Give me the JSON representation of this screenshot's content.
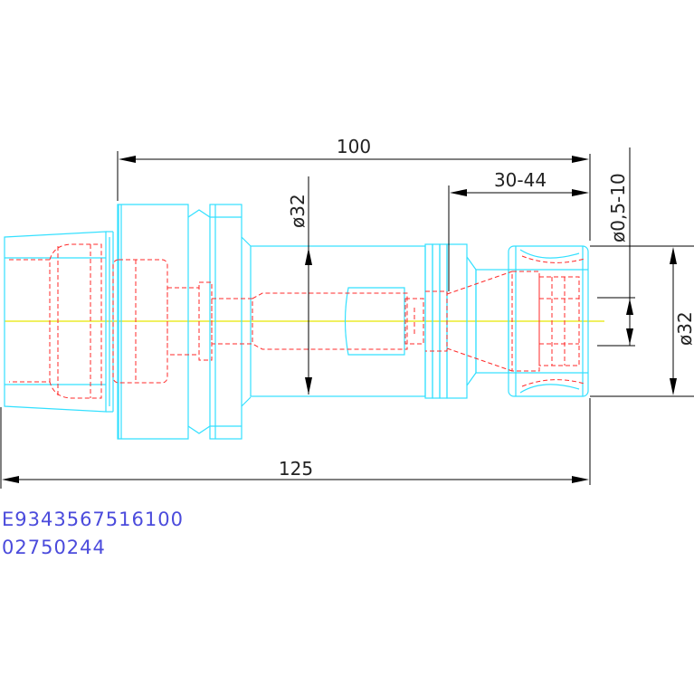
{
  "dimensions": {
    "overall_length": "100",
    "total_length": "125",
    "clamp_range": "30-44",
    "bore_range": "ø0,5-10",
    "body_diameter": "ø32",
    "nose_diameter": "ø32"
  },
  "codes": {
    "article_number": "E9343567516100",
    "order_number": "02750244"
  },
  "colors": {
    "outline": "#33e0ff",
    "hidden_lines": "#ff2a2a",
    "center_axis": "#e8e800",
    "dimension_lines": "#000000",
    "code_text": "#4b4bdc"
  }
}
